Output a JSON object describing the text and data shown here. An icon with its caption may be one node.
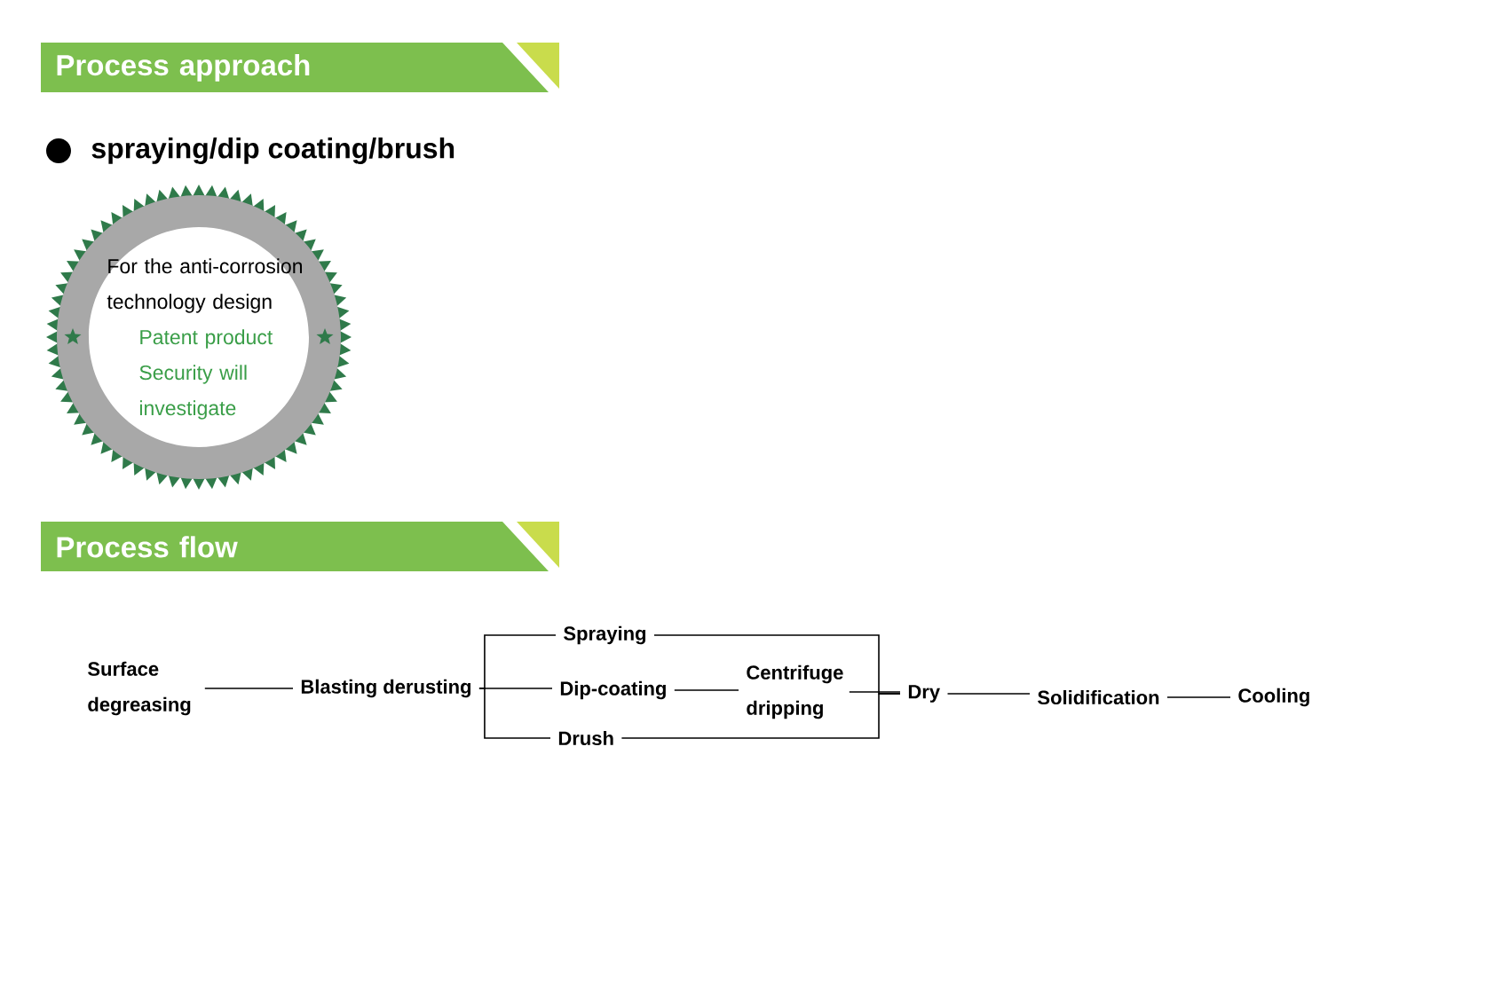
{
  "diagram": {
    "nodes": [
      {
        "text": [
          "Process approach"
        ]
      },
      {
        "text": [
          "For the anti-corrosion technology design",
          "Patent product Security will investigate"
        ]
      },
      {
        "text": [
          "Process flow"
        ]
      },
      {
        "text": [
          "Surface degreasing"
        ]
      },
      {
        "text": [
          "Blasting derusting"
        ]
      },
      {
        "text": [
          "Spraying"
        ]
      },
      {
        "text": [
          "Dip-coating"
        ]
      },
      {
        "text": [
          "Drush"
        ]
      },
      {
        "text": [
          "Centrifuge dripping"
        ]
      },
      {
        "text": [
          "Dry"
        ]
      },
      {
        "text": [
          "Solidification"
        ]
      },
      {
        "text": [
          "Cooling"
        ]
      }
    ],
    "edges": [
      {
        "from": 3,
        "to": 4,
        "arrow": "none"
      },
      {
        "from": 4,
        "to": 5,
        "arrow": "none"
      },
      {
        "from": 4,
        "to": 6,
        "arrow": "none"
      },
      {
        "from": 4,
        "to": 7,
        "arrow": "none"
      },
      {
        "from": 6,
        "to": 8,
        "arrow": "none"
      },
      {
        "from": 5,
        "to": 9,
        "arrow": "none"
      },
      {
        "from": 7,
        "to": 9,
        "arrow": "none"
      },
      {
        "from": 8,
        "to": 9,
        "arrow": "none"
      },
      {
        "from": 9,
        "to": 10,
        "arrow": "none"
      },
      {
        "from": 10,
        "to": 11,
        "arrow": "none"
      }
    ],
    "labels": [
      "spraying/dip coating/brush"
    ]
  }
}
